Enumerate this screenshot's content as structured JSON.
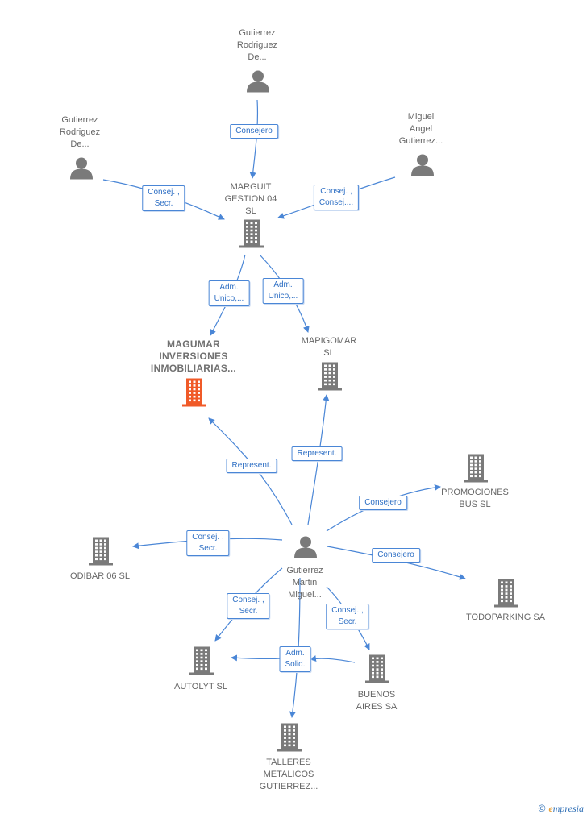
{
  "colors": {
    "edge": "#4a86d6",
    "person": "#7a7a7a",
    "company": "#7a7a7a",
    "focus": "#f05a28"
  },
  "nodes": [
    {
      "id": "p_top",
      "type": "person-icon",
      "label": "Gutierrez\nRodriguez\nDe..."
    },
    {
      "id": "p_left",
      "type": "person-icon",
      "label": "Gutierrez\nRodriguez\nDe..."
    },
    {
      "id": "p_right",
      "type": "person-icon",
      "label": "Miguel\nAngel\nGutierrez..."
    },
    {
      "id": "marguit",
      "type": "building-icon",
      "label": "MARGUIT\nGESTION 04\nSL"
    },
    {
      "id": "magumar",
      "type": "building-icon",
      "label": "MAGUMAR\nINVERSIONES\nINMOBILIARIAS...",
      "focus": true
    },
    {
      "id": "mapigomar",
      "type": "building-icon",
      "label": "MAPIGOMAR\nSL"
    },
    {
      "id": "promociones",
      "type": "building-icon",
      "label": "PROMOCIONES\nBUS SL"
    },
    {
      "id": "p_center",
      "type": "person-icon",
      "label": "Gutierrez\nMartin\nMiguel..."
    },
    {
      "id": "odibar",
      "type": "building-icon",
      "label": "ODIBAR 06  SL"
    },
    {
      "id": "todoparking",
      "type": "building-icon",
      "label": "TODOPARKING SA"
    },
    {
      "id": "autolyt",
      "type": "building-icon",
      "label": "AUTOLYT  SL"
    },
    {
      "id": "buenos",
      "type": "building-icon",
      "label": "BUENOS\nAIRES SA"
    },
    {
      "id": "talleres",
      "type": "building-icon",
      "label": "TALLERES\nMETALICOS\nGUTIERREZ..."
    }
  ],
  "edges": [
    {
      "id": "e1",
      "label": "Consejero"
    },
    {
      "id": "e2",
      "label": "Consej. ,\nSecr."
    },
    {
      "id": "e3",
      "label": "Consej. ,\nConsej...."
    },
    {
      "id": "e4",
      "label": "Adm.\nUnico,..."
    },
    {
      "id": "e5",
      "label": "Adm.\nUnico,..."
    },
    {
      "id": "e6",
      "label": "Represent."
    },
    {
      "id": "e7",
      "label": "Represent."
    },
    {
      "id": "e8",
      "label": "Consejero"
    },
    {
      "id": "e9",
      "label": "Consej. ,\nSecr."
    },
    {
      "id": "e10",
      "label": "Consejero"
    },
    {
      "id": "e11",
      "label": "Consej. ,\nSecr."
    },
    {
      "id": "e12",
      "label": "Consej. ,\nSecr."
    },
    {
      "id": "e13",
      "label": "Adm.\nSolid."
    }
  ],
  "watermark": {
    "copyright": "©",
    "brand_first": "e",
    "brand_rest": "mpresia"
  }
}
